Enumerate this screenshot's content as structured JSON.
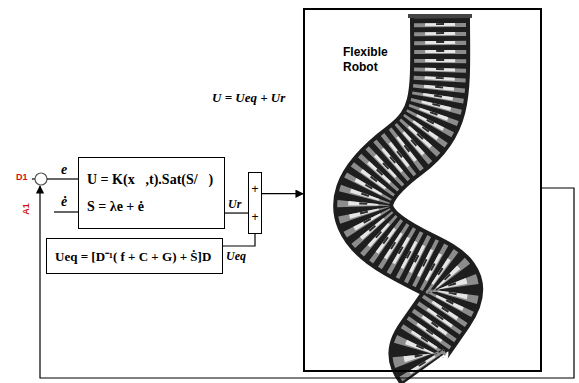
{
  "diagram": {
    "nodes": [
      {
        "text": [
          "U = K(x⃗,t).Sat(S/∅)",
          "S = λe + ė"
        ]
      },
      {
        "text": [
          "Ueq = [D⁻¹( f + C + G) + Ṡ]D"
        ]
      },
      {
        "text": [
          "+",
          "+"
        ]
      },
      {
        "text": [
          "Flexible Robot"
        ]
      }
    ],
    "edges": [
      {
        "from": 0,
        "to": 2,
        "arrow": "none",
        "label": "Ur"
      },
      {
        "from": 1,
        "to": 2,
        "arrow": "none",
        "label": "Ueq"
      },
      {
        "from": 2,
        "to": 3,
        "arrow": "to"
      }
    ],
    "labels": [
      "D1",
      "A1",
      "e",
      "ė",
      "U = Ueq + Ur"
    ]
  }
}
